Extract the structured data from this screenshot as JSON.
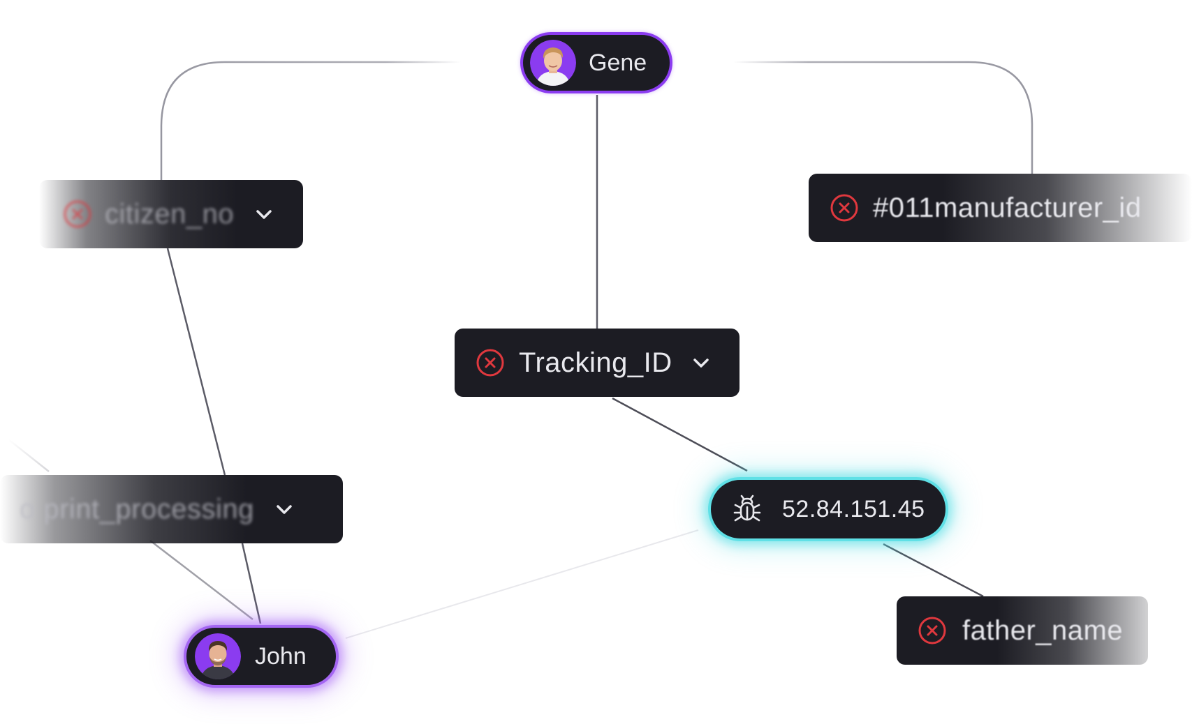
{
  "nodes": {
    "gene": {
      "label": "Gene"
    },
    "citizen_no": {
      "label": "citizen_no"
    },
    "manufacturer": {
      "label": "#011manufacturer_id"
    },
    "tracking_id": {
      "label": "Tracking_ID"
    },
    "print_processing": {
      "label": "o print_processing"
    },
    "ip_address": {
      "label": "52.84.151.45"
    },
    "john": {
      "label": "John"
    },
    "father_name": {
      "label": "father_name"
    }
  },
  "colors": {
    "node_background": "#1c1c23",
    "node_text": "#e9e9ee",
    "error_red": "#e0383e",
    "avatar_purple": "#8b3cf0",
    "john_glow": "#a466f2",
    "ip_glow": "#5fe0e6",
    "edge": "#6d6d78"
  },
  "icons": {
    "error": "circle-x-icon",
    "expand": "chevron-down-icon",
    "threat": "bug-icon"
  }
}
